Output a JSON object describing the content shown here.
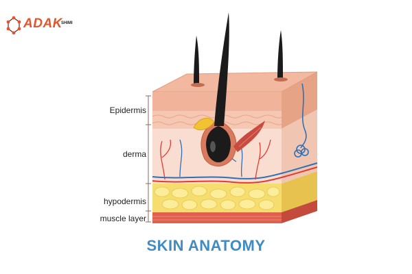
{
  "logo": {
    "brand": "ADAK",
    "sub": "SHIMI",
    "icon": "molecule-logo-icon",
    "brand_color": "#e5542b"
  },
  "diagram": {
    "labels": {
      "epidermis": "Epidermis",
      "derma": "derma",
      "hypodermis": "hypodermis",
      "muscle": "muscle layer"
    },
    "title": "SKIN ANATOMY"
  },
  "colors": {
    "title": "#3f8bc2",
    "epidermis": "#f3b9a0",
    "derma": "#f9ddd0",
    "hypodermis": "#f6de6e",
    "muscle": "#e0604e",
    "hair": "#1b1b1b",
    "artery": "#e03c34",
    "vein": "#2f6fb6"
  }
}
